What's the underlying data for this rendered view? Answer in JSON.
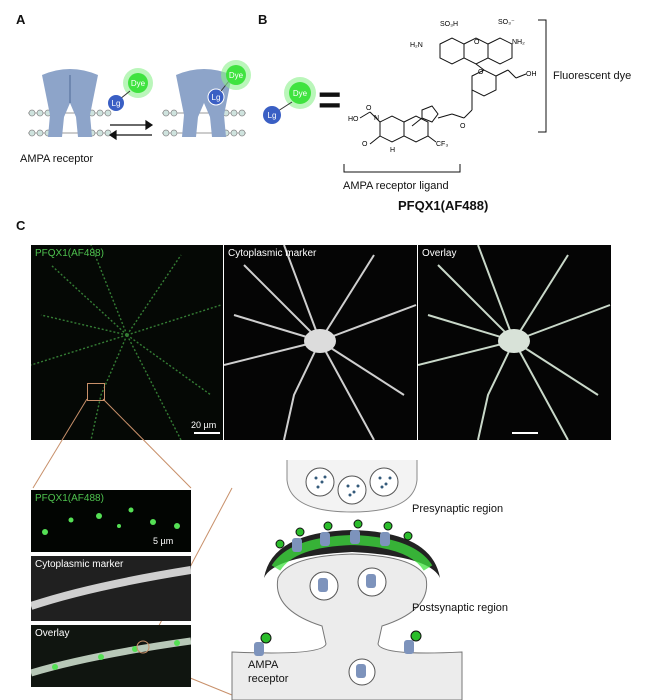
{
  "panels": {
    "a": {
      "letter": "A",
      "ampa_label": "AMPA receptor",
      "lg": "Lg",
      "dye": "Dye"
    },
    "b": {
      "letter": "B",
      "lg": "Lg",
      "dye": "Dye",
      "equals": "=",
      "fluorescent_dye": "Fluorescent dye",
      "ligand_label": "AMPA receptor ligand",
      "compound": "PFQX1(AF488)",
      "chem": {
        "so3h": "SO₃H",
        "so3": "SO₃⁻",
        "h2n": "H₂N",
        "nh2": "NH₂",
        "o": "O",
        "oh": "OH",
        "ho": "HO",
        "n": "N",
        "h": "H",
        "cf3": "CF₃"
      }
    },
    "c": {
      "letter": "C",
      "pfqx_label": "PFQX1(AF488)",
      "cyto_label": "Cytoplasmic marker",
      "overlay_label": "Overlay",
      "scale_large": "20 µm",
      "scale_small": "5 µm",
      "presynaptic": "Presynaptic region",
      "postsynaptic": "Postsynaptic region",
      "ampa_receptor": "AMPA\nreceptor"
    }
  },
  "colors": {
    "receptor": "#8da4c9",
    "ligand": "#3a5fc4",
    "dye_glow": "#3fe33f",
    "micro_green": "#4ec24e",
    "highlight": "#c8906a"
  }
}
